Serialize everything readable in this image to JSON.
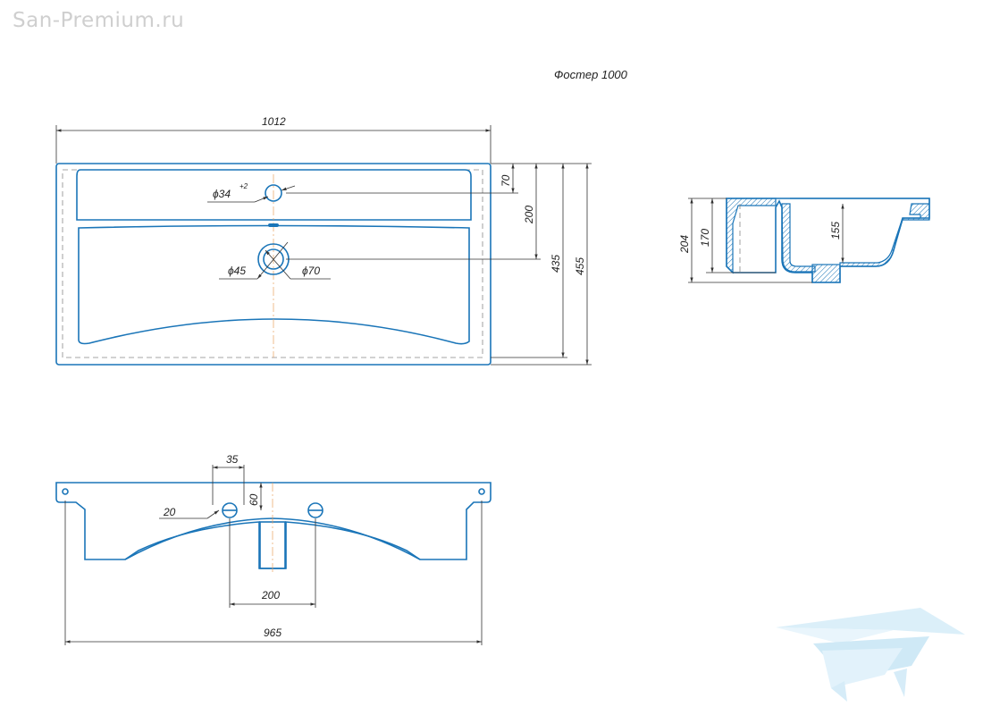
{
  "watermark": "San-Premium.ru",
  "model_title": "Фостер 1000",
  "top_view": {
    "width_label": "1012",
    "dim_70": "70",
    "dim_200": "200",
    "dim_435": "435",
    "dim_455": "455",
    "tap_hole_label": "ϕ34",
    "tap_hole_tolerance": "+2",
    "drain_inner_label": "ϕ45",
    "drain_outer_label": "ϕ70"
  },
  "front_view": {
    "dim_35": "35",
    "dim_60": "60",
    "dim_20": "20",
    "dim_200": "200",
    "dim_965": "965"
  },
  "side_view": {
    "dim_204": "204",
    "dim_170": "170",
    "dim_155": "155"
  }
}
